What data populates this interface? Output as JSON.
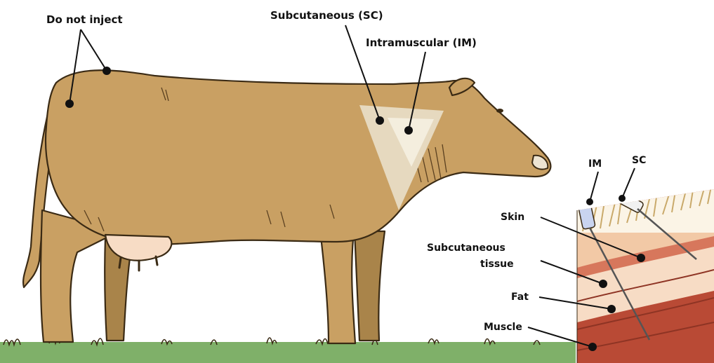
{
  "colors": {
    "hide": "#c9a063",
    "hide_shadow": "#a9844a",
    "grass": "#7fb069",
    "injection_zone_sc": "#e6d9bf",
    "injection_zone_im": "#f4eede",
    "skin": "#f2c9a6",
    "subcutaneous": "#d7775c",
    "fat": "#f7dcc5",
    "muscle": "#b94a35"
  },
  "cow_labels": {
    "do_not_inject": "Do not inject",
    "subcutaneous": "Subcutaneous (SC)",
    "intramuscular": "Intramuscular (IM)"
  },
  "cross_section": {
    "needle_im": "IM",
    "needle_sc": "SC",
    "layers": {
      "skin": "Skin",
      "subcutaneous_line1": "Subcutaneous",
      "subcutaneous_line2": "tissue",
      "fat": "Fat",
      "muscle": "Muscle"
    }
  }
}
